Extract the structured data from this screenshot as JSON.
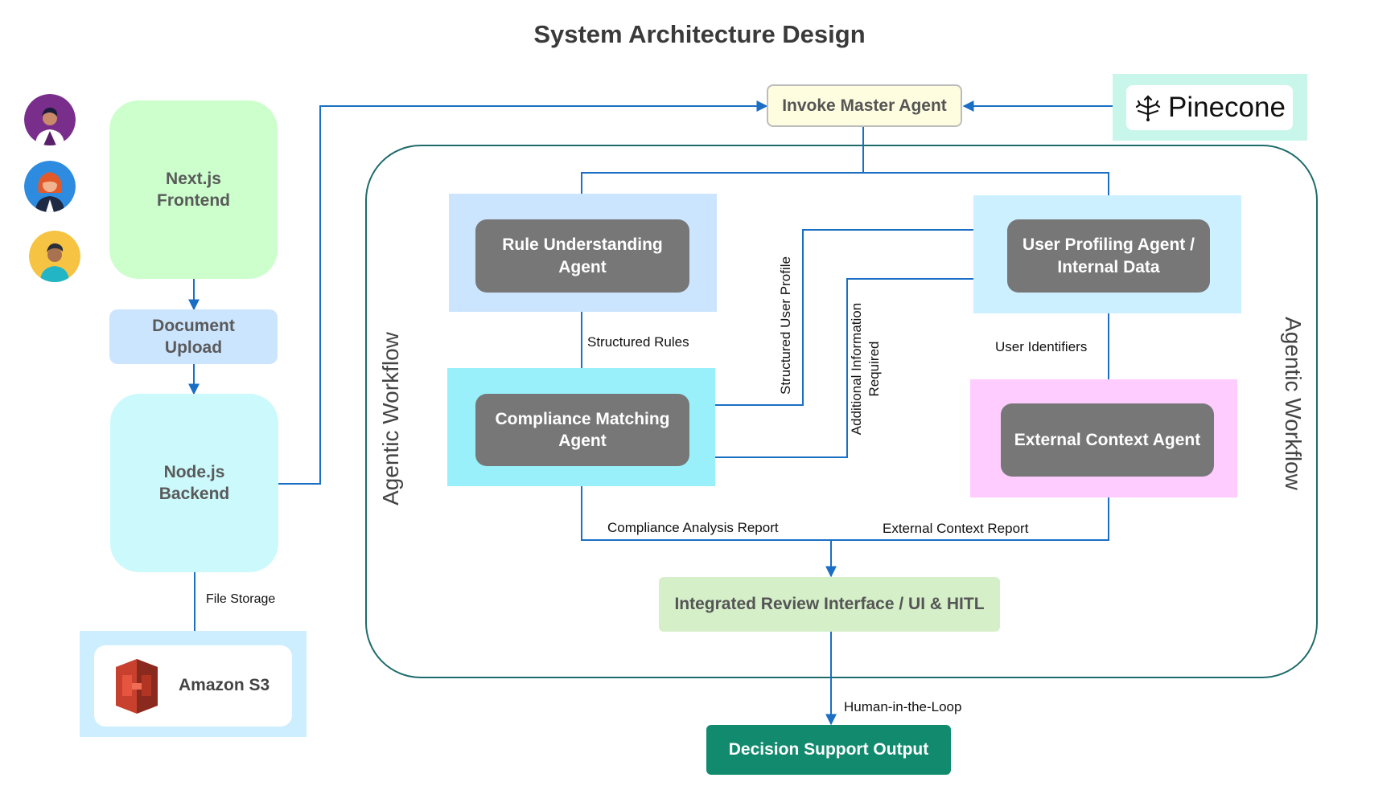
{
  "title": "System Architecture Design",
  "frontend": {
    "label": "Next.js\nFrontend",
    "color": "#ccffcc"
  },
  "upload": {
    "label": "Document\nUpload",
    "color": "#cce5ff"
  },
  "backend": {
    "label": "Node.js\nBackend",
    "color": "#ccf9fb"
  },
  "storage": {
    "edge_label": "File Storage",
    "label": "Amazon S3",
    "icon": "amazon-s3-icon"
  },
  "master": {
    "label": "Invoke Master Agent",
    "color": "#fffde0"
  },
  "pinecone": {
    "label": "Pinecone",
    "icon": "pinecone-logo-icon"
  },
  "workflow": {
    "left_label": "Agentic Workflow",
    "right_label": "Agentic Workflow"
  },
  "agents": {
    "rule": "Rule Understanding\nAgent",
    "profiling": "User Profiling Agent /\nInternal Data",
    "compliance": "Compliance Matching\nAgent",
    "external": "External Context Agent"
  },
  "edges": {
    "structured_rules": "Structured Rules",
    "structured_profile": "Structured User Profile",
    "additional_info": "Additional Information\nRequired",
    "user_identifiers": "User Identifiers",
    "compliance_report": "Compliance Analysis Report",
    "external_report": "External Context Report",
    "hitl": "Human-in-the-Loop"
  },
  "review": {
    "label": "Integrated Review Interface / UI & HITL"
  },
  "output": {
    "label": "Decision Support Output",
    "color": "#118a6e"
  },
  "colors": {
    "line": "#1a6fc4",
    "workflow_border": "#1f6b6b"
  }
}
